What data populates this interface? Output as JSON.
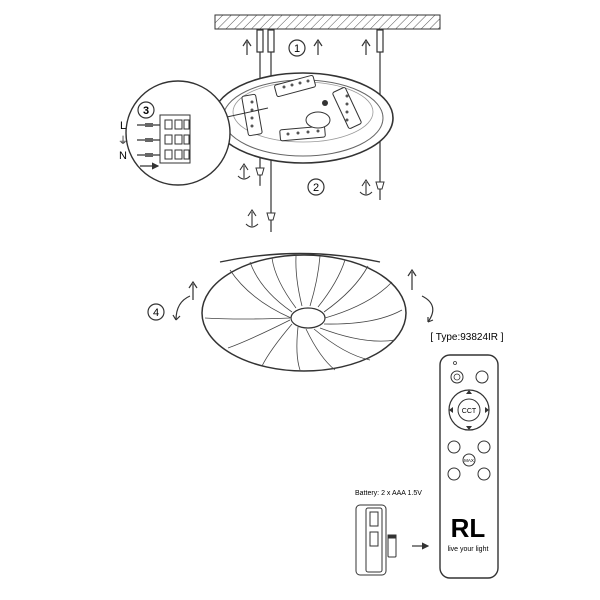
{
  "steps": [
    {
      "number": "1"
    },
    {
      "number": "2"
    },
    {
      "number": "3"
    },
    {
      "number": "4"
    }
  ],
  "wiring": {
    "terminals": [
      {
        "label": "L"
      },
      {
        "label": "⏚"
      },
      {
        "label": "N"
      }
    ]
  },
  "remote": {
    "type_label": "[ Type:93824IR ]",
    "center_button": "CCT",
    "max_button": "MAX",
    "brand_logo": "RL",
    "brand_tagline": "live your light"
  },
  "battery": {
    "label": "Battery: 2 x AAA 1.5V"
  },
  "icons": [
    "up-arrow-icon",
    "rotate-arrow-icon",
    "screw-icon",
    "right-arrow-icon",
    "power-icon",
    "moon-icon"
  ],
  "colors": {
    "line": "#333333",
    "light_line": "#888888",
    "fill": "#ffffff"
  }
}
